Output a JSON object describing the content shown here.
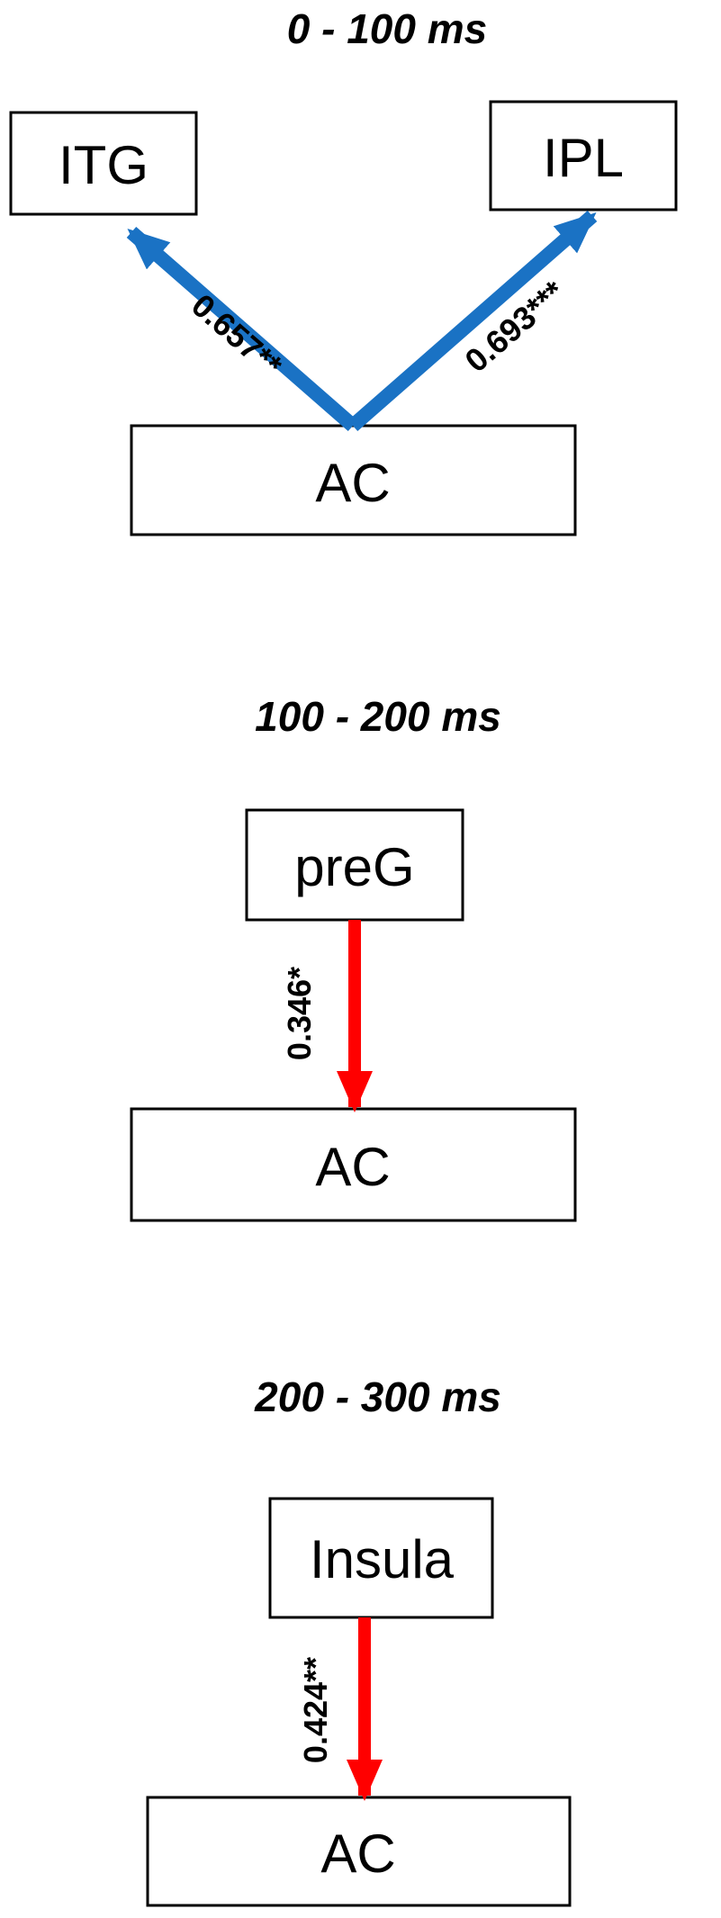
{
  "colors": {
    "excitatory": "#1a72c4",
    "inhibitory": "#ff0000",
    "box_stroke": "#000000"
  },
  "panels": [
    {
      "title": "0 - 100 ms",
      "nodes": {
        "itg": "ITG",
        "ipl": "IPL",
        "ac": "AC"
      },
      "edges": [
        {
          "from": "AC",
          "to": "ITG",
          "label": "0.657**"
        },
        {
          "from": "AC",
          "to": "IPL",
          "label": "0.693***"
        }
      ]
    },
    {
      "title": "100 - 200 ms",
      "nodes": {
        "source": "preG",
        "ac": "AC"
      },
      "edges": [
        {
          "from": "preG",
          "to": "AC",
          "label": "0.346*"
        }
      ]
    },
    {
      "title": "200 - 300 ms",
      "nodes": {
        "source": "Insula",
        "ac": "AC"
      },
      "edges": [
        {
          "from": "Insula",
          "to": "AC",
          "label": "0.424**"
        }
      ]
    }
  ]
}
